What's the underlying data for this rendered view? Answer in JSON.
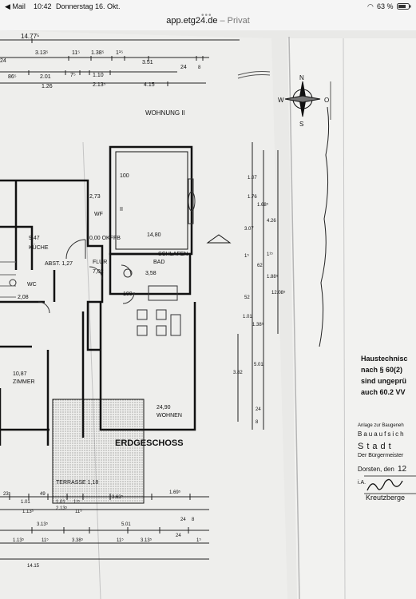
{
  "status": {
    "back_app": "◀ Mail",
    "time": "10:42",
    "date": "Donnerstag 16. Okt.",
    "battery": "63 %"
  },
  "browser": {
    "url": "app.etg24.de",
    "mode": "– Privat"
  },
  "plan": {
    "wohnung": "WOHNUNG II",
    "geschoss": "ERDGESCHOSS",
    "rooms": {
      "kueche_area": "9,47",
      "kueche": "KÜCHE",
      "schlafen_area": "14,80",
      "schlafen": "SCHLAFEN",
      "bad": "BAD",
      "bad_area": "3,58",
      "flur": "FLUR",
      "flur_area": "7,02",
      "abst": "ABST. 1,27",
      "wc": "WC",
      "wc_area": "2,08",
      "wf": "WF",
      "wf_area": "2,73",
      "zimmer_area": "10,87",
      "zimmer": "ZIMMER",
      "wohnen_area": "24,90",
      "wohnen": "WOHNEN",
      "terrasse": "TERRASSE 1,18",
      "ok_ffb": "0,00 OKFFB",
      "hundred_a": "100",
      "hundred_b": "100",
      "unit_mark": "II"
    },
    "compass": {
      "n": "N",
      "w": "W",
      "o": "O",
      "s": "S"
    },
    "dims_top": [
      "14.77⁵",
      "3.13⁵",
      "11⁵",
      "1.38⁵",
      "1¹⁵",
      "3.51",
      "24",
      "8",
      "2.01",
      "1.26",
      "7⁵",
      "1.10",
      "2.13⁵",
      "4.15",
      "86⁵",
      "24"
    ],
    "dims_right": [
      "1.07",
      "1.76",
      "1.68⁵",
      "4.26",
      "3.07",
      "1⁵",
      "62",
      "1.88⁵",
      "1¹⁵",
      "1.01",
      "1.38⁵",
      "52",
      "12.08⁵",
      "5.01",
      "3.82",
      "24",
      "8"
    ],
    "dims_bottom": [
      "23⁵",
      "1.01",
      "49",
      "1.01",
      "1¹⁵",
      "2.13⁵",
      "3.63⁵",
      "1.69⁵",
      "1.13⁵",
      "11⁵",
      "3.13⁵",
      "5.01",
      "24",
      "8",
      "1.13⁵",
      "11⁵",
      "3.38⁵",
      "11⁵",
      "3.13⁵",
      "24",
      "1⁵",
      "14.15"
    ],
    "stamp": {
      "line1": "Haustechnisc",
      "line2": "nach § 60(2)",
      "line3": "sind ungeprü",
      "line4": "auch 60.2 VV"
    },
    "anlage": {
      "line1": "Anlage zur Baugeneh",
      "line2": "Bauaufsich",
      "line3": "Stadt",
      "line4": "Der Bürgermeister",
      "line5": "Dorsten, den",
      "line5b": "12",
      "line6": "i.A.",
      "line7": "Kreutzberge"
    }
  }
}
